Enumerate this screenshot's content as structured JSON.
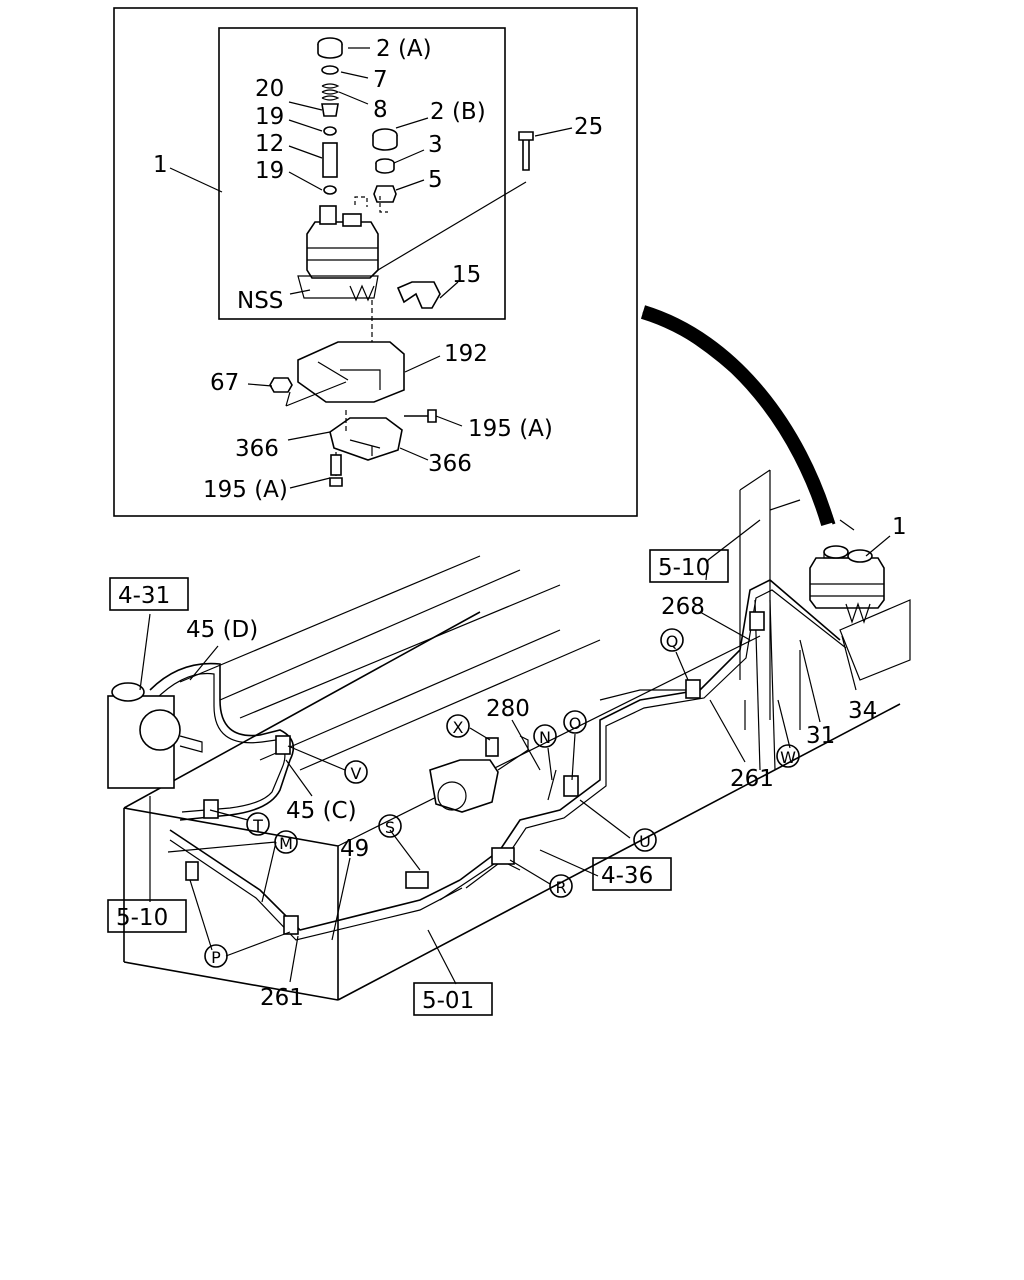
{
  "detail_labels": {
    "p2a": "2 (A)",
    "p7": "7",
    "p20": "20",
    "p8": "8",
    "p19a": "19",
    "p2b": "2 (B)",
    "p25": "25",
    "p12": "12",
    "p3": "3",
    "p1": "1",
    "p19b": "19",
    "p5": "5",
    "p15": "15",
    "nss": "NSS",
    "p192": "192",
    "p67": "67",
    "p195a": "195 (A)",
    "p366a": "366",
    "p366b": "366",
    "p195b": "195 (A)"
  },
  "main_labels": {
    "p1": "1",
    "p268": "268",
    "p45d": "45 (D)",
    "p280": "280",
    "p34": "34",
    "p31": "31",
    "p261a": "261",
    "p45c": "45 (C)",
    "p49": "49",
    "p261b": "261"
  },
  "ref_boxes": {
    "r510a": "5-10",
    "r431": "4-31",
    "r436": "4-36",
    "r510b": "5-10",
    "r501": "5-01"
  },
  "circle_markers": {
    "q": "Q",
    "x": "X",
    "n": "N",
    "o": "O",
    "w": "W",
    "v": "V",
    "t": "T",
    "m": "M",
    "u": "U",
    "s": "S",
    "r": "R",
    "p": "P"
  }
}
